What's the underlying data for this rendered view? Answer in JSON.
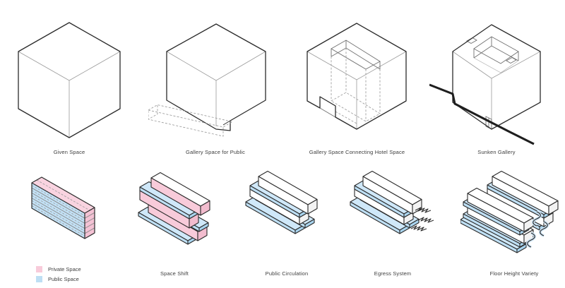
{
  "top_row": {
    "figures": [
      {
        "label": "Given Space"
      },
      {
        "label": "Gallery Space for Public"
      },
      {
        "label": "Gallery Space Connecting Hotel Space"
      },
      {
        "label": "Sunken Gallery"
      }
    ]
  },
  "bottom_row": {
    "figures": [
      {
        "label": "Space Shift"
      },
      {
        "label": "Public Circulation"
      },
      {
        "label": "Egress System"
      },
      {
        "label": "Floor Height Variety"
      }
    ]
  },
  "legend": {
    "items": [
      {
        "label": "Private Space",
        "color": "#F8CBDA"
      },
      {
        "label": "Public Space",
        "color": "#BEDFF4"
      }
    ]
  },
  "colors": {
    "private_pink": "#F8CBDA",
    "private_pink_dark": "#F2BCCE",
    "public_blue": "#BEDFF4",
    "public_blue_light": "#CFE8F9",
    "public_blue_dark": "#A9D4EE",
    "outline_dark": "#2B2B2B",
    "hidden_line_gray": "#9B9B9B",
    "background": "#FFFFFF"
  }
}
